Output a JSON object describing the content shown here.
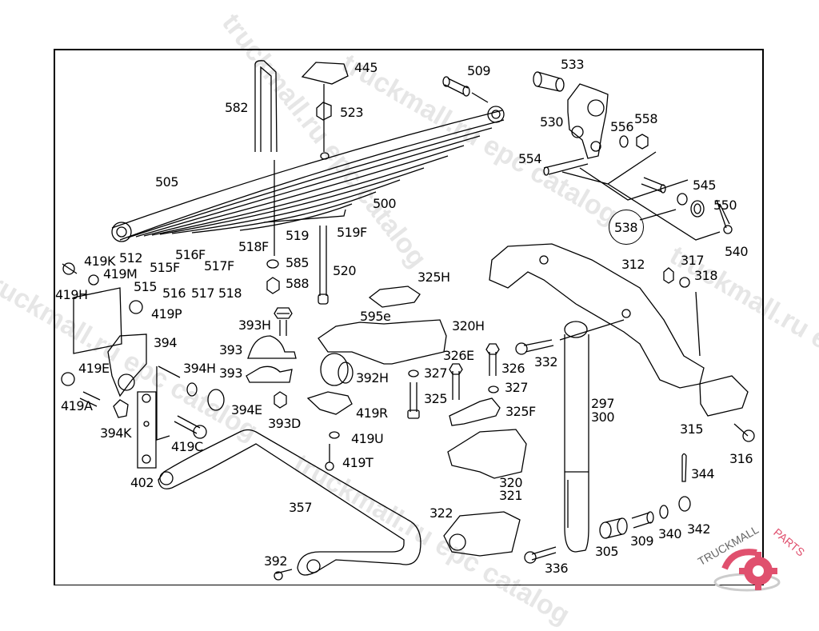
{
  "diagram": {
    "title": "Rear spring suspension & stabilizer parts diagram",
    "watermark_texts": [
      "truckmall.ru epc catalog",
      "truckmall.ru epc catalog",
      "truckmall.ru epc catalog",
      "truckmall.ru epc catalog"
    ],
    "logo": {
      "text_a": "TRUCKMALL",
      "text_b": "PARTS",
      "accent": "#e0506e",
      "text_color": "#555555"
    },
    "circled_callout": "538",
    "labels": [
      {
        "id": "445",
        "text": "445"
      },
      {
        "id": "509",
        "text": "509"
      },
      {
        "id": "533",
        "text": "533"
      },
      {
        "id": "582",
        "text": "582"
      },
      {
        "id": "523",
        "text": "523"
      },
      {
        "id": "530",
        "text": "530"
      },
      {
        "id": "556",
        "text": "556"
      },
      {
        "id": "558",
        "text": "558"
      },
      {
        "id": "554",
        "text": "554"
      },
      {
        "id": "505",
        "text": "505"
      },
      {
        "id": "500",
        "text": "500"
      },
      {
        "id": "545",
        "text": "545"
      },
      {
        "id": "550",
        "text": "550"
      },
      {
        "id": "540",
        "text": "540"
      },
      {
        "id": "519",
        "text": "519"
      },
      {
        "id": "519F",
        "text": "519F"
      },
      {
        "id": "518F",
        "text": "518F"
      },
      {
        "id": "512",
        "text": "512"
      },
      {
        "id": "515F",
        "text": "515F"
      },
      {
        "id": "516F",
        "text": "516F"
      },
      {
        "id": "517F",
        "text": "517F"
      },
      {
        "id": "515",
        "text": "515"
      },
      {
        "id": "516",
        "text": "516"
      },
      {
        "id": "517",
        "text": "517"
      },
      {
        "id": "518",
        "text": "518"
      },
      {
        "id": "585",
        "text": "585"
      },
      {
        "id": "588",
        "text": "588"
      },
      {
        "id": "520",
        "text": "520"
      },
      {
        "id": "419K",
        "text": "419K"
      },
      {
        "id": "419M",
        "text": "419M"
      },
      {
        "id": "419H",
        "text": "419H"
      },
      {
        "id": "419P",
        "text": "419P"
      },
      {
        "id": "312",
        "text": "312"
      },
      {
        "id": "317",
        "text": "317"
      },
      {
        "id": "318",
        "text": "318"
      },
      {
        "id": "325H",
        "text": "325H"
      },
      {
        "id": "595e",
        "text": "595e"
      },
      {
        "id": "320H",
        "text": "320H"
      },
      {
        "id": "393H",
        "text": "393H"
      },
      {
        "id": "394",
        "text": "394"
      },
      {
        "id": "393a",
        "text": "393"
      },
      {
        "id": "393b",
        "text": "393"
      },
      {
        "id": "394H",
        "text": "394H"
      },
      {
        "id": "419E",
        "text": "419E"
      },
      {
        "id": "392H",
        "text": "392H"
      },
      {
        "id": "326E",
        "text": "326E"
      },
      {
        "id": "327a",
        "text": "327"
      },
      {
        "id": "326",
        "text": "326"
      },
      {
        "id": "332",
        "text": "332"
      },
      {
        "id": "327b",
        "text": "327"
      },
      {
        "id": "325",
        "text": "325"
      },
      {
        "id": "419A",
        "text": "419A"
      },
      {
        "id": "394E",
        "text": "394E"
      },
      {
        "id": "419R",
        "text": "419R"
      },
      {
        "id": "325F",
        "text": "325F"
      },
      {
        "id": "297",
        "text": "297"
      },
      {
        "id": "300",
        "text": "300"
      },
      {
        "id": "394K",
        "text": "394K"
      },
      {
        "id": "393D",
        "text": "393D"
      },
      {
        "id": "315",
        "text": "315"
      },
      {
        "id": "419U",
        "text": "419U"
      },
      {
        "id": "419C",
        "text": "419C"
      },
      {
        "id": "316",
        "text": "316"
      },
      {
        "id": "419T",
        "text": "419T"
      },
      {
        "id": "344",
        "text": "344"
      },
      {
        "id": "402",
        "text": "402"
      },
      {
        "id": "320",
        "text": "320"
      },
      {
        "id": "321",
        "text": "321"
      },
      {
        "id": "357",
        "text": "357"
      },
      {
        "id": "322",
        "text": "322"
      },
      {
        "id": "342",
        "text": "342"
      },
      {
        "id": "340",
        "text": "340"
      },
      {
        "id": "309",
        "text": "309"
      },
      {
        "id": "305",
        "text": "305"
      },
      {
        "id": "392",
        "text": "392"
      },
      {
        "id": "336",
        "text": "336"
      }
    ]
  }
}
